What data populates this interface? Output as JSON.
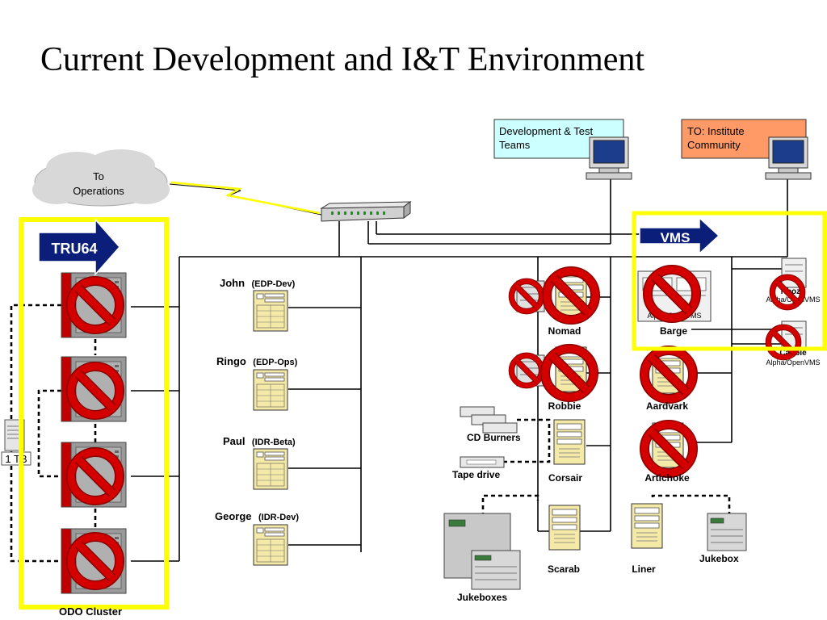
{
  "title": "Current Development and I&T Environment",
  "colors": {
    "highlight_frame": "#ffff00",
    "arrow_fill": "#0b1f7a",
    "no_symbol": "#d40000",
    "server_beige": "#f5e9a8",
    "dev_box": "#ccffff",
    "community_box": "#ff9966"
  },
  "cloud": {
    "line1": "To",
    "line2": "Operations"
  },
  "dev_box": {
    "line1": "Development & Test",
    "line2": "Teams"
  },
  "community_box": {
    "line1": "TO:  Institute",
    "line2": "Community"
  },
  "tru64_label": "TRU64",
  "vms_label": "VMS",
  "storage_label": "1 TB",
  "cluster_label": "ODO Cluster",
  "workstations": [
    {
      "name": "John",
      "role": "(EDP-Dev)"
    },
    {
      "name": "Ringo",
      "role": "(EDP-Ops)"
    },
    {
      "name": "Paul",
      "role": "(IDR-Beta)"
    },
    {
      "name": "George",
      "role": "(IDR-Dev)"
    }
  ],
  "servers": {
    "nomad": "Nomad",
    "barge": "Barge",
    "robbie": "Robbie",
    "aardvark": "Aardvark",
    "corsair": "Corsair",
    "artichoke": "Artichoke",
    "scarab": "Scarab",
    "liner": "Liner"
  },
  "barge_sublabel": "Alpha/OpenVMS",
  "vms_nodes": [
    {
      "name": "Nbozo",
      "os": "Alpha/OpenVMS"
    },
    {
      "name": "Cabbie",
      "os": "Alpha/OpenVMS"
    }
  ],
  "peripherals": {
    "cd_burners": "CD Burners",
    "tape_drive": "Tape drive",
    "jukeboxes": "Jukeboxes",
    "jukebox": "Jukebox"
  }
}
